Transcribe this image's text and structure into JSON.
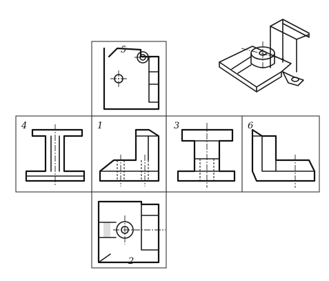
{
  "views": [
    {
      "id": "view-1",
      "label": "1"
    },
    {
      "id": "view-2",
      "label": "2"
    },
    {
      "id": "view-3",
      "label": "3"
    },
    {
      "id": "view-4",
      "label": "4"
    },
    {
      "id": "view-5",
      "label": "5"
    },
    {
      "id": "view-6",
      "label": "6"
    }
  ],
  "colors": {
    "ink": "#1a1a1a",
    "background": "#ffffff"
  }
}
